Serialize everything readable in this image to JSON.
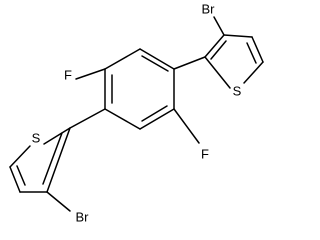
{
  "molecule": {
    "atoms": {
      "fluorine_top": "F",
      "fluorine_bottom": "F",
      "sulfur_right": "S",
      "sulfur_left": "S",
      "bromine_top": "Br",
      "bromine_bottom": "Br"
    }
  }
}
